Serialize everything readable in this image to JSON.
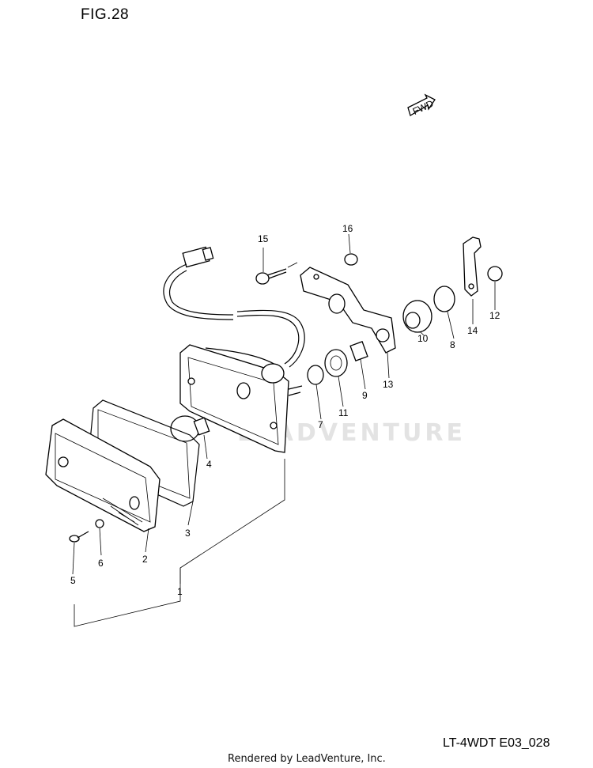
{
  "figure_title": "FIG.28",
  "fwd_label": "FWD",
  "watermark_text": "LEADVENTURE",
  "drawing_code": "LT-4WDT E03_028",
  "credit": "Rendered by LeadVenture, Inc.",
  "part_numbers": [
    "1",
    "2",
    "3",
    "4",
    "5",
    "6",
    "7",
    "8",
    "9",
    "10",
    "11",
    "12",
    "13",
    "14",
    "15",
    "16"
  ]
}
